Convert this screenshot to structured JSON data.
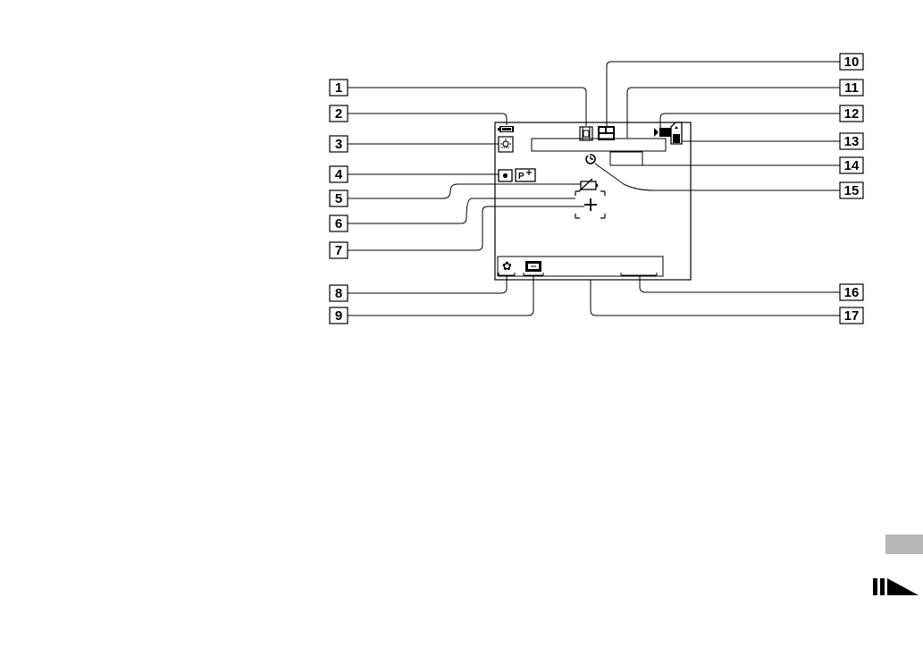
{
  "callouts": [
    {
      "label": "1"
    },
    {
      "label": "2"
    },
    {
      "label": "3"
    },
    {
      "label": "4"
    },
    {
      "label": "5"
    },
    {
      "label": "6"
    },
    {
      "label": "7"
    },
    {
      "label": "8"
    },
    {
      "label": "9"
    },
    {
      "label": "10"
    },
    {
      "label": "11"
    },
    {
      "label": "12"
    },
    {
      "label": "13"
    },
    {
      "label": "14"
    },
    {
      "label": "15"
    },
    {
      "label": "16"
    },
    {
      "label": "17"
    }
  ],
  "screen_icons": {
    "movie_mode": "film-strip-icon",
    "image_size": "image-size-640-icon",
    "battery": "battery-icon",
    "white_balance": "white-balance-icon",
    "metering": "spot-meter-icon",
    "picture_effect": "picture-effect-icon",
    "low_battery": "low-battery-warning-icon",
    "af_frame": "af-range-finder-frame",
    "macro": "macro-flower-icon",
    "af_mode": "af-mode-icon",
    "self_timer": "self-timer-icon",
    "media_cursor": "media-cursor-icon",
    "memory_stick": "memory-stick-icon"
  },
  "colors": {
    "ink": "#000000",
    "thumb_tab": "#b8b8b8"
  }
}
